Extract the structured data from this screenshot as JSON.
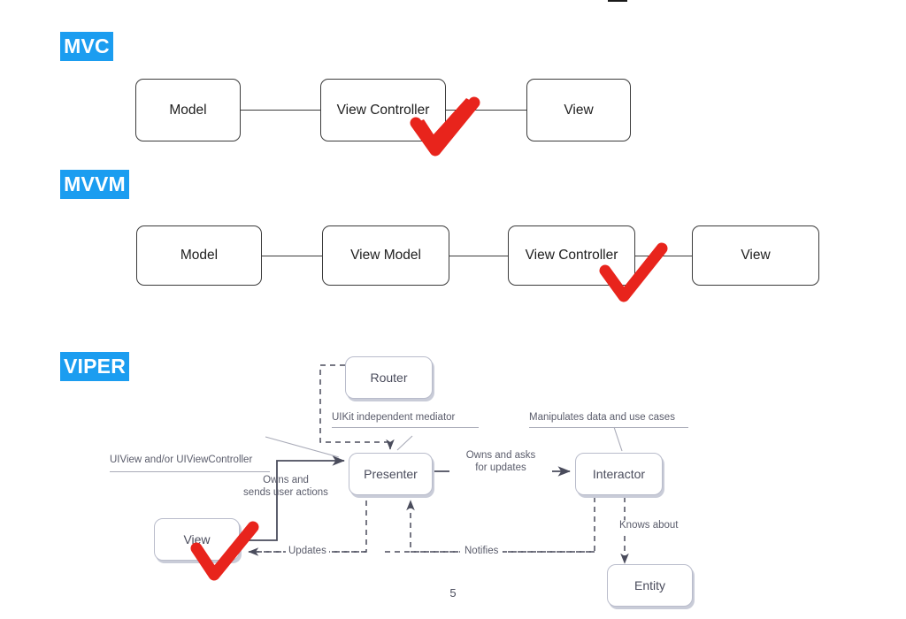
{
  "page": {
    "number": "5",
    "background": "#ffffff",
    "accent_blue": "#1b9df0",
    "check_red": "#e8241c",
    "viper_box_border": "#b9bccb",
    "plain_box_border": "#3b3b3b"
  },
  "sections": {
    "mvc": {
      "tag": "MVC",
      "boxes": [
        {
          "label": "Model"
        },
        {
          "label": "View Controller"
        },
        {
          "label": "View"
        }
      ],
      "checkmark_on": "View Controller"
    },
    "mvvm": {
      "tag": "MVVM",
      "boxes": [
        {
          "label": "Model"
        },
        {
          "label": "View Model"
        },
        {
          "label": "View Controller"
        },
        {
          "label": "View"
        }
      ],
      "checkmark_on": "View Controller"
    },
    "viper": {
      "tag": "VIPER",
      "boxes": [
        {
          "label": "Router"
        },
        {
          "label": "Presenter"
        },
        {
          "label": "Interactor"
        },
        {
          "label": "View"
        },
        {
          "label": "Entity"
        }
      ],
      "annotations": [
        {
          "text": "UIKit independent mediator"
        },
        {
          "text": "Manipulates data and use cases"
        },
        {
          "text": "UIView and/or UIViewController"
        }
      ],
      "edge_labels": [
        {
          "line1": "Owns and",
          "line2": "sends user actions"
        },
        {
          "line1": "Owns and asks",
          "line2": "for updates"
        },
        {
          "line1": "Updates",
          "line2": ""
        },
        {
          "line1": "Notifies",
          "line2": ""
        },
        {
          "line1": "Knows about",
          "line2": ""
        }
      ],
      "checkmark_on": "View"
    }
  }
}
